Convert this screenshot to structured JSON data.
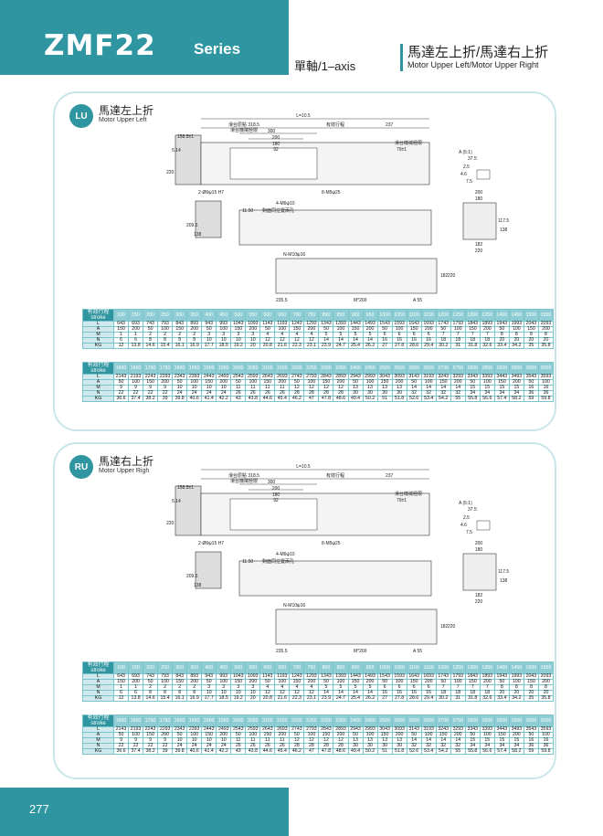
{
  "header": {
    "title": "ZMF22",
    "series": "Series",
    "axis": "單軸/1–axis",
    "right_title_cn": "馬達左上折/馬達右上折",
    "right_title_en": "Motor Upper Left/Motor Upper Right"
  },
  "colors": {
    "accent": "#2f95a0",
    "panel_border": "#c8e6ea",
    "table_line": "#7cc3cb"
  },
  "panels": [
    {
      "badge": "LU",
      "title_cn": "馬達左上折",
      "title_en": "Motor Upper Left"
    },
    {
      "badge": "RU",
      "title_cn": "馬達右上折",
      "title_en": "Motor Upper Righ"
    }
  ],
  "drawing_labels": {
    "l": "L=10.5",
    "screw": "滑台原點 318.5",
    "stroke": "有效行程",
    "d237": "237",
    "motor": "滑台機械極限",
    "d158": "158.5±1",
    "d79": "79±1",
    "d300": "300",
    "d200": "200",
    "d180": "180",
    "d92": "92",
    "d514": "5.14",
    "d220": "220",
    "m6": "2-Ø6ψ15 H7",
    "m5": "8-M5ψ25",
    "m6b": "4-M6ψ10",
    "d1150": "11.50",
    "opp": "對面同位置兩孔",
    "d2095": "209.5",
    "d138": "138",
    "n10": "N-M10ψ16",
    "d2355": "235.5",
    "mp": "M*200",
    "a55": "A 55",
    "d182": "182",
    "d220b": "220",
    "det": "A (5:1)",
    "d375": "37.5",
    "d25": "2.5",
    "d46": "4.6",
    "d75": "7.5",
    "d200b": "200",
    "d180b": "180",
    "d1175": "117.5",
    "d138b": "138",
    "d182b": "182",
    "d220c": "220"
  },
  "tables": {
    "label_head_cn": "有效行程",
    "label_head_en": "stroke",
    "row_labels": [
      "L",
      "A",
      "M",
      "N",
      "KG"
    ],
    "a": {
      "strokes": [
        "100",
        "150",
        "200",
        "250",
        "300",
        "350",
        "400",
        "450",
        "500",
        "550",
        "600",
        "650",
        "700",
        "750",
        "800",
        "850",
        "900",
        "950",
        "1000",
        "1050",
        "1100",
        "1150",
        "1200",
        "1250",
        "1300",
        "1350",
        "1400",
        "1450",
        "1500",
        "1550"
      ],
      "L": [
        "643",
        "693",
        "743",
        "793",
        "843",
        "893",
        "943",
        "993",
        "1043",
        "1093",
        "1143",
        "1193",
        "1243",
        "1293",
        "1343",
        "1393",
        "1443",
        "1493",
        "1543",
        "1593",
        "1643",
        "1693",
        "1743",
        "1793",
        "1843",
        "1893",
        "1943",
        "1993",
        "2043",
        "2093"
      ],
      "A": [
        "150",
        "200",
        "50",
        "100",
        "150",
        "200",
        "50",
        "100",
        "150",
        "200",
        "50",
        "100",
        "150",
        "200",
        "50",
        "100",
        "150",
        "200",
        "50",
        "100",
        "150",
        "200",
        "50",
        "100",
        "150",
        "200",
        "50",
        "100",
        "150",
        "200"
      ],
      "M": [
        "1",
        "1",
        "2",
        "2",
        "2",
        "2",
        "3",
        "3",
        "3",
        "3",
        "4",
        "4",
        "4",
        "4",
        "5",
        "5",
        "5",
        "5",
        "6",
        "6",
        "6",
        "6",
        "7",
        "7",
        "7",
        "7",
        "8",
        "8",
        "8",
        "8"
      ],
      "N": [
        "6",
        "6",
        "8",
        "8",
        "8",
        "8",
        "10",
        "10",
        "10",
        "10",
        "12",
        "12",
        "12",
        "12",
        "14",
        "14",
        "14",
        "14",
        "16",
        "16",
        "16",
        "16",
        "18",
        "18",
        "18",
        "18",
        "20",
        "20",
        "20",
        "20"
      ],
      "KG": [
        "12",
        "13.8",
        "14.6",
        "15.4",
        "16.1",
        "16.9",
        "17.7",
        "18.5",
        "19.2",
        "20",
        "20.8",
        "21.6",
        "22.3",
        "23.1",
        "23.9",
        "24.7",
        "25.4",
        "26.2",
        "27",
        "27.8",
        "28.6",
        "29.4",
        "30.2",
        "31",
        "31.8",
        "32.6",
        "33.4",
        "34.2",
        "35",
        "35.8"
      ]
    },
    "b": {
      "strokes": [
        "1600",
        "1650",
        "1700",
        "1750",
        "1800",
        "1850",
        "1900",
        "1950",
        "2000",
        "2050",
        "2100",
        "2150",
        "2200",
        "2250",
        "2300",
        "2350",
        "2400",
        "2450",
        "2500",
        "2550",
        "2600",
        "2650",
        "2700",
        "2750",
        "2800",
        "2850",
        "2900",
        "2950",
        "3000",
        "3050"
      ],
      "L": [
        "2143",
        "2193",
        "2243",
        "2293",
        "2343",
        "2393",
        "2443",
        "2493",
        "2543",
        "2593",
        "2643",
        "2693",
        "2743",
        "2793",
        "2843",
        "2893",
        "2943",
        "2993",
        "3043",
        "3093",
        "3143",
        "3193",
        "3243",
        "3293",
        "3343",
        "3393",
        "3443",
        "3493",
        "3543",
        "3593"
      ],
      "A": [
        "50",
        "100",
        "150",
        "200",
        "50",
        "100",
        "150",
        "200",
        "50",
        "100",
        "150",
        "200",
        "50",
        "100",
        "150",
        "200",
        "50",
        "100",
        "150",
        "200",
        "50",
        "100",
        "150",
        "200",
        "50",
        "100",
        "150",
        "200",
        "50",
        "100"
      ],
      "M": [
        "9",
        "9",
        "9",
        "9",
        "10",
        "10",
        "10",
        "10",
        "11",
        "11",
        "11",
        "11",
        "12",
        "12",
        "12",
        "12",
        "13",
        "13",
        "13",
        "13",
        "14",
        "14",
        "14",
        "14",
        "15",
        "15",
        "15",
        "15",
        "16",
        "16"
      ],
      "N": [
        "22",
        "22",
        "22",
        "22",
        "24",
        "24",
        "24",
        "24",
        "26",
        "26",
        "26",
        "26",
        "28",
        "28",
        "28",
        "28",
        "30",
        "30",
        "30",
        "30",
        "32",
        "32",
        "32",
        "32",
        "34",
        "34",
        "34",
        "34",
        "36",
        "36"
      ],
      "KG": [
        "36.6",
        "37.4",
        "38.2",
        "39",
        "39.8",
        "40.6",
        "41.4",
        "42.2",
        "43",
        "43.8",
        "44.6",
        "45.4",
        "46.2",
        "47",
        "47.8",
        "48.6",
        "49.4",
        "50.2",
        "51",
        "51.8",
        "52.6",
        "53.4",
        "54.2",
        "55",
        "55.8",
        "56.6",
        "57.4",
        "58.2",
        "59",
        "59.8"
      ]
    }
  },
  "footer": {
    "page_number": "277"
  }
}
